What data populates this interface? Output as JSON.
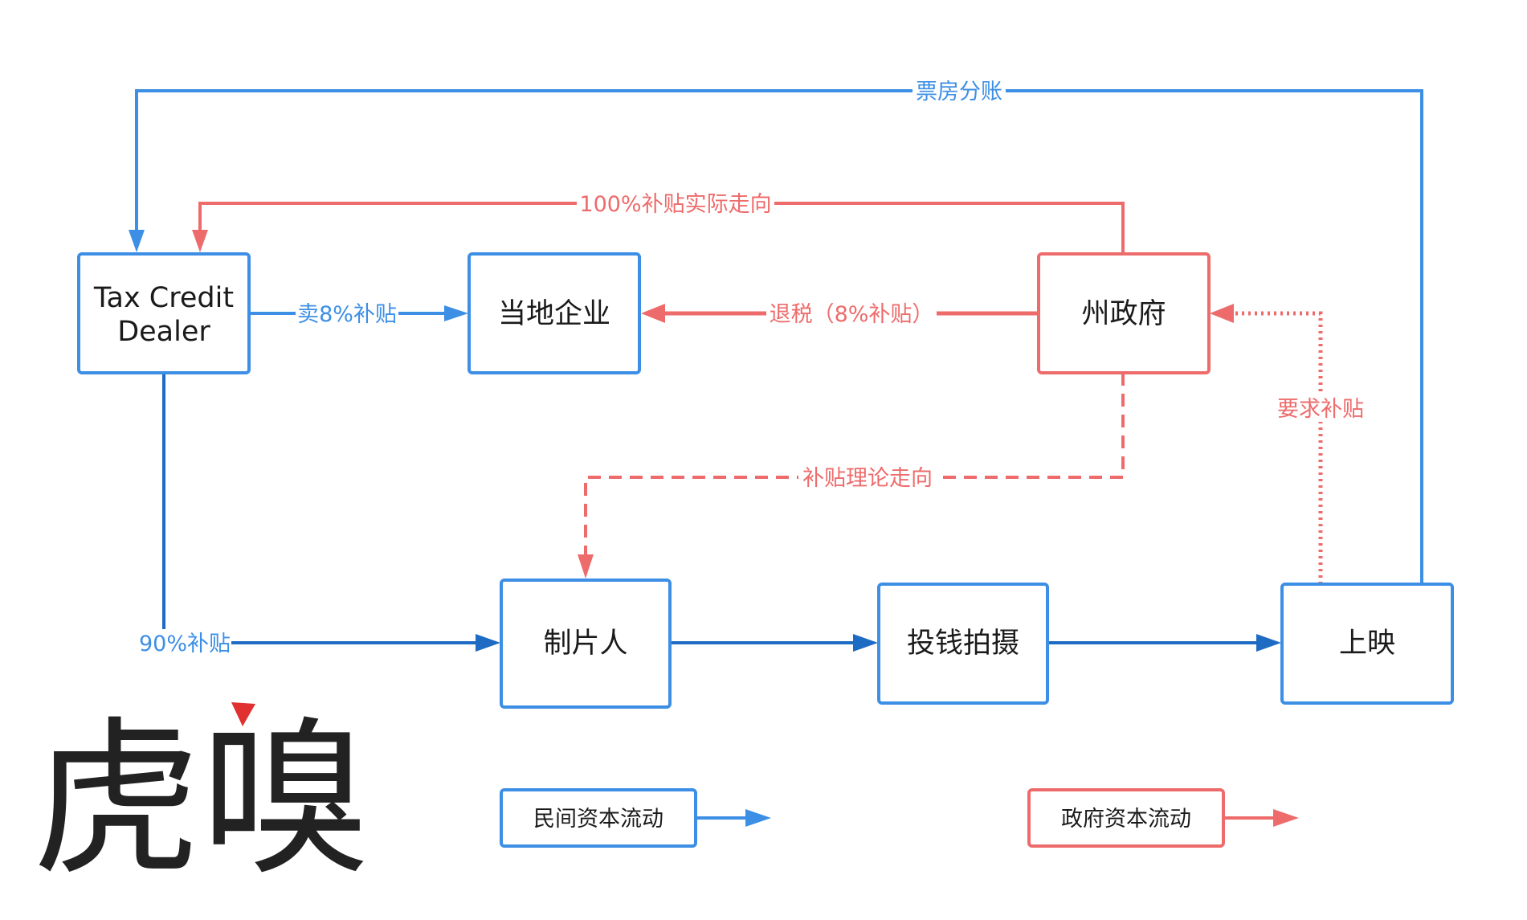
{
  "colors": {
    "private": "#3d8fe5",
    "private_dark": "#1e6bc4",
    "government": "#ee6b6b",
    "node_text": "#1a1a1a",
    "logo": "#222222",
    "logo_accent": "#e03030"
  },
  "nodes": {
    "dealer": {
      "line1": "Tax Credit",
      "line2": "Dealer"
    },
    "local_business": "当地企业",
    "state_gov": "州政府",
    "producer": "制片人",
    "shooting": "投钱拍摄",
    "release": "上映"
  },
  "edges": {
    "box_office": "票房分账",
    "actual_subsidy": "100%补贴实际走向",
    "sell_credit": "卖8%补贴",
    "tax_refund": "退税（8%补贴）",
    "request_subsidy": "要求补贴",
    "theory_subsidy": "补贴理论走向",
    "ninety_subsidy": "90%补贴"
  },
  "legend": {
    "private": "民间资本流动",
    "government": "政府资本流动"
  },
  "logo": {
    "text": "虎嗅",
    "icon": "red-triangle-accent"
  }
}
